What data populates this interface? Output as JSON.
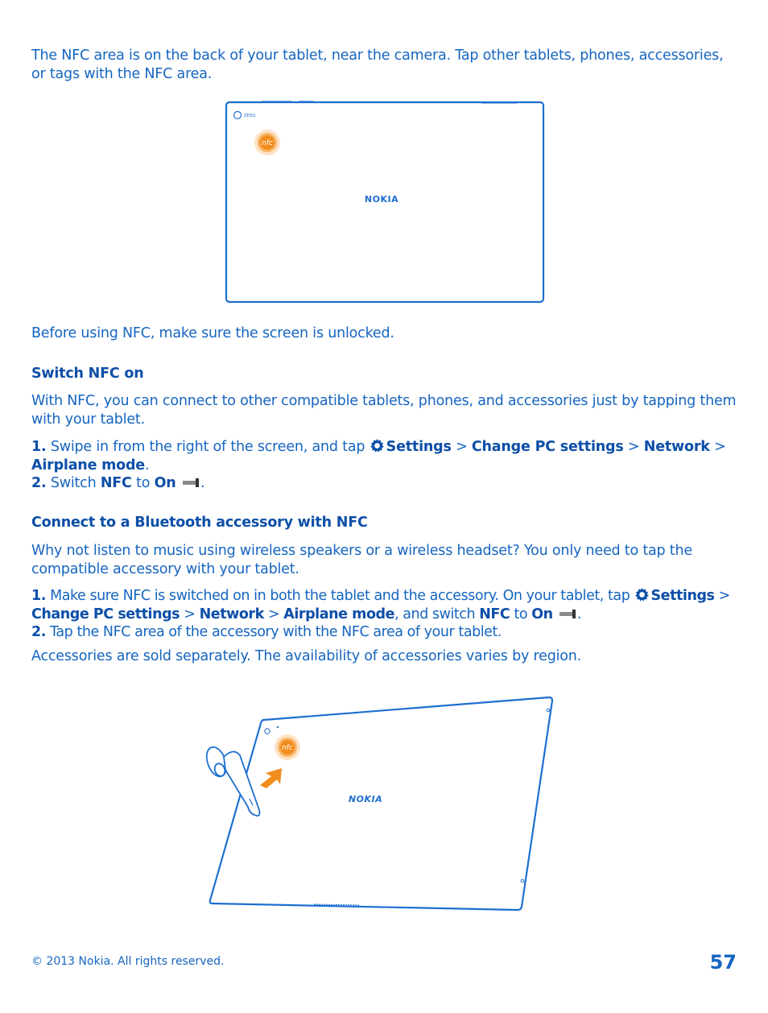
{
  "intro_text": "The NFC area is on the back of your tablet, near the camera. Tap other tablets, phones, accessories, or tags with the NFC area.",
  "figure1": {
    "brand_label": "NOKIA",
    "nfc_label": "nfc"
  },
  "before_text": "Before using NFC, make sure the screen is unlocked.",
  "section1": {
    "heading": "Switch NFC on",
    "body": "With NFC, you can connect to other compatible tablets, phones, and accessories just by tapping them with your tablet.",
    "step1_num": "1.",
    "step1_text": "Swipe in from the right of the screen, and tap",
    "settings": "Settings",
    "sep": ">",
    "change_pc": "Change PC settings",
    "network": "Network",
    "airplane": "Airplane mode",
    "period": ".",
    "step2_num": "2.",
    "step2_switch": "Switch",
    "nfc": "NFC",
    "to": "to",
    "on": "On"
  },
  "section2": {
    "heading": "Connect to a Bluetooth accessory with NFC",
    "body": "Why not listen to music using wireless speakers or a wireless headset? You only need to tap the compatible accessory with your tablet.",
    "step1_num": "1.",
    "step1_text": "Make sure NFC is switched on in both the tablet and the accessory. On your tablet, tap",
    "and_switch": ", and switch",
    "step2_num": "2.",
    "step2_text": "Tap the NFC area of the accessory with the NFC area of your tablet.",
    "note": "Accessories are sold separately. The availability of accessories varies by region."
  },
  "figure2": {
    "brand_label": "NOKIA",
    "nfc_label": "nfc"
  },
  "footer": {
    "copyright": "© 2013 Nokia. All rights reserved.",
    "page_number": "57"
  },
  "colors": {
    "text": "#1565c0",
    "heading": "#0d4fa8",
    "outline": "#1e6fd0",
    "nfc_orange": "#f28c1c"
  }
}
